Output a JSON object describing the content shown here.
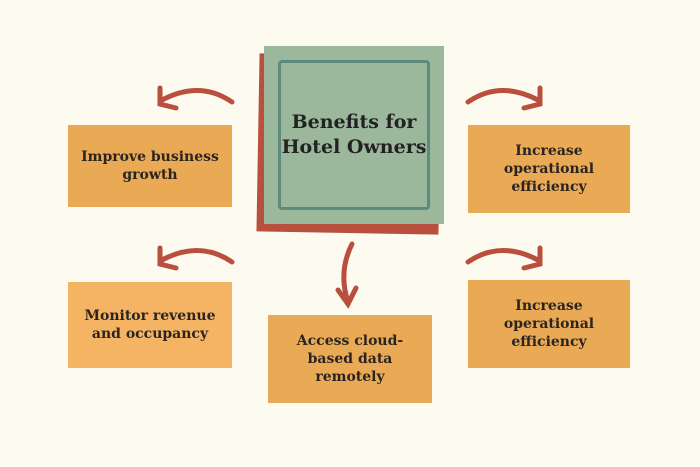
{
  "center": {
    "title": "Benefits for Hotel Owners"
  },
  "nodes": [
    {
      "label": "Improve business growth"
    },
    {
      "label": "Increase operational efficiency"
    },
    {
      "label": "Monitor revenue and occupancy"
    },
    {
      "label": "Access cloud-based data remotely"
    },
    {
      "label": "Increase operational efficiency"
    }
  ],
  "colors": {
    "background": "#fdfaf0",
    "center": "#9cb89c",
    "shadow": "#b94f3d",
    "node": "#e9a955",
    "arrow": "#b94f3d"
  }
}
